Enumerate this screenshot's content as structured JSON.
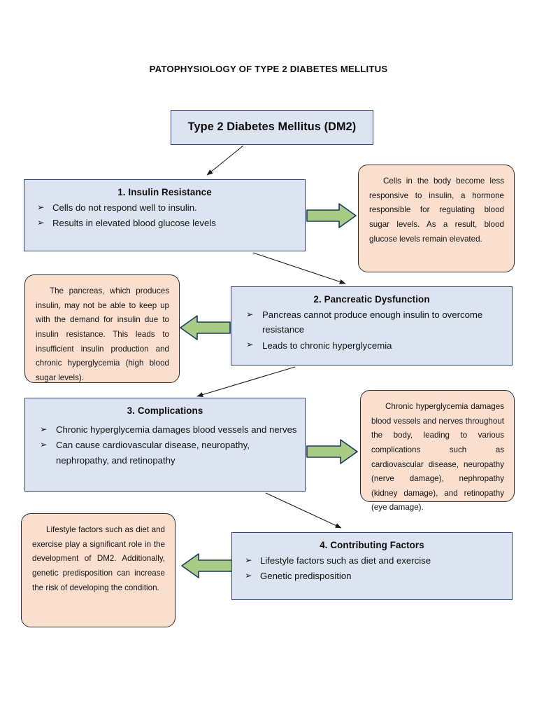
{
  "document": {
    "title": "PATOPHYSIOLOGY OF TYPE 2 DIABETES MELLITUS"
  },
  "colors": {
    "process_box_fill": "#dce3f1",
    "process_box_border": "#33447a",
    "note_box_fill": "#fadfce",
    "note_box_border": "#2c2c2c",
    "arrow_fill": "#a9cc84",
    "arrow_border": "#1f3864",
    "connector": "#1a1a1a",
    "page_background": "#ffffff"
  },
  "bullet_glyph": "➢",
  "nodes": {
    "root": {
      "label": "Type 2 Diabetes Mellitus (DM2)"
    },
    "step1": {
      "heading": "1.   Insulin Resistance",
      "bullets": [
        "Cells do not respond well to insulin.",
        " Results in elevated blood glucose levels"
      ],
      "note": "Cells in the body become less responsive to insulin, a hormone responsible for regulating blood sugar levels. As a result, blood glucose levels remain elevated."
    },
    "step2": {
      "heading": "2.   Pancreatic Dysfunction",
      "bullets": [
        "Pancreas cannot produce enough insulin to overcome resistance",
        "Leads to chronic hyperglycemia"
      ],
      "note": "The pancreas, which produces insulin, may not be able to keep up with the demand for insulin due to insulin resistance. This leads to insufficient insulin production and chronic hyperglycemia (high blood sugar levels)."
    },
    "step3": {
      "heading": "3.   Complications",
      "bullets": [
        "Chronic hyperglycemia damages blood vessels and nerves",
        "Can cause cardiovascular disease, neuropathy, nephropathy, and retinopathy"
      ],
      "note": "Chronic hyperglycemia damages blood vessels and nerves throughout the body, leading to various complications such as cardiovascular disease, neuropathy (nerve damage), nephropathy (kidney damage), and retinopathy (eye damage)."
    },
    "step4": {
      "heading": "4.   Contributing Factors",
      "bullets": [
        "Lifestyle factors such as diet and exercise",
        " Genetic predisposition"
      ],
      "note": "Lifestyle factors such as diet and exercise play a significant role in the development of DM2. Additionally, genetic predisposition can increase the risk of developing the condition."
    }
  }
}
